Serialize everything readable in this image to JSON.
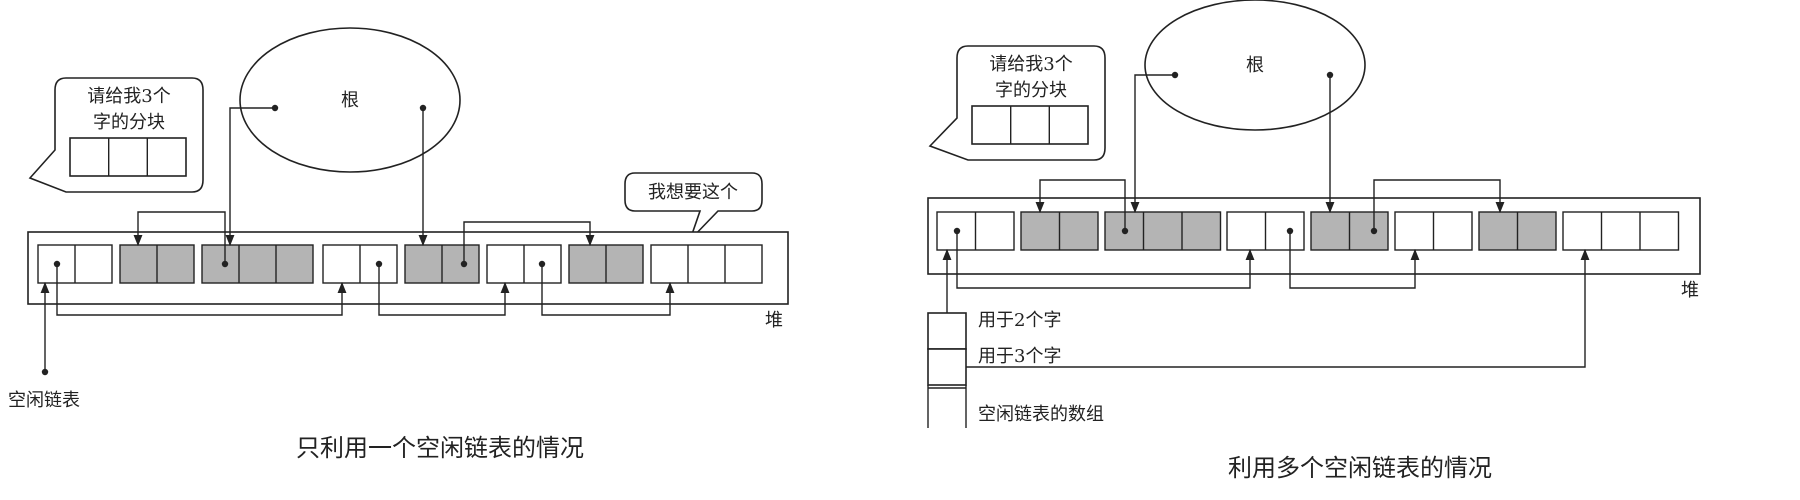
{
  "left": {
    "root_label": "根",
    "request_line1": "请给我3个",
    "request_line2": "字的分块",
    "want_label": "我想要这个",
    "heap_label": "堆",
    "free_list_label": "空闲链表",
    "caption": "只利用一个空闲链表的情况"
  },
  "right": {
    "root_label": "根",
    "request_line1": "请给我3个",
    "request_line2": "字的分块",
    "heap_label": "堆",
    "array_label_1": "用于2个字",
    "array_label_2": "用于3个字",
    "array_label_3": "空闲链表的数组",
    "caption": "利用多个空闲链表的情况"
  },
  "colors": {
    "allocated_fill": "#b4b4b4",
    "free_fill": "#ffffff",
    "line": "#222222"
  }
}
